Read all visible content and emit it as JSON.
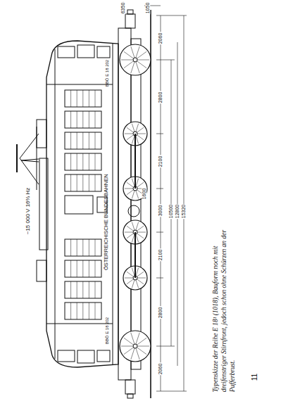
{
  "diagram": {
    "caption": "Typenskizze der Reihe E 18¹ (1018), Bauform noch mit dreifenstriger Stirnfront, jedoch schon ohne Schürzen an der Pufferbrust.",
    "labels": [
      "6350",
      "1050",
      "2060",
      "2800",
      "2100",
      "3000",
      "10500",
      "12800",
      "15320",
      "1600",
      "2100",
      "2800",
      "2060",
      "~15 000 V 16⅔ Hz",
      "ÖSTERREICHISCHE BUNDESBAHNEN",
      "BBÖ E 18 202",
      "BBÖ E 18 202",
      "11"
    ]
  }
}
